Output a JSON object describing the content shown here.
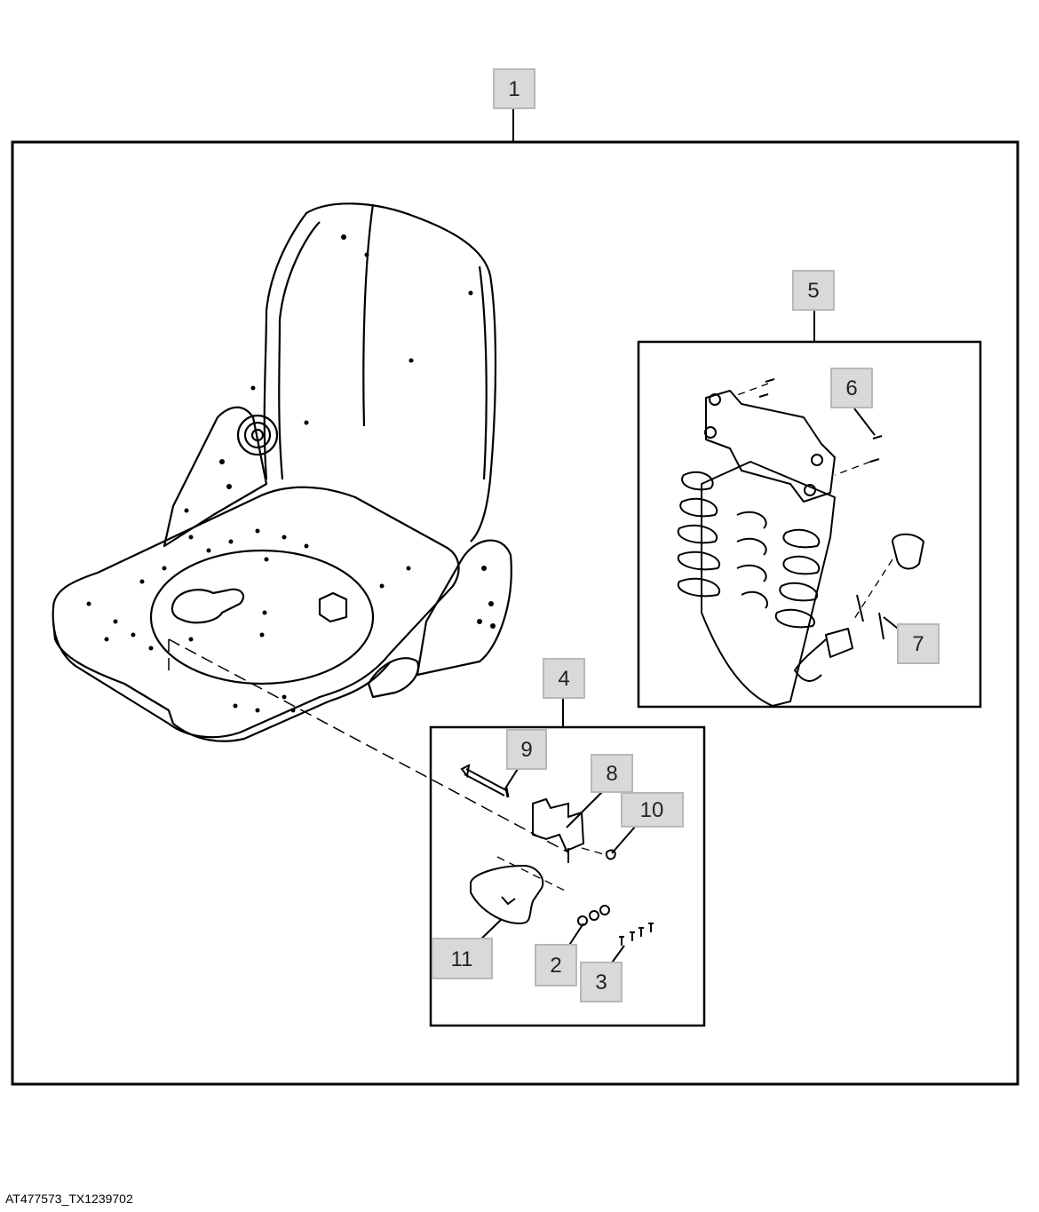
{
  "colors": {
    "line": "#000000",
    "callout_fill": "#d9d9d9",
    "callout_border": "#b8b8b8",
    "callout_text": "#222222"
  },
  "callouts": {
    "c1": "1",
    "c2": "2",
    "c3": "3",
    "c4": "4",
    "c5": "5",
    "c6": "6",
    "c7": "7",
    "c8": "8",
    "c9": "9",
    "c10": "10",
    "c11": "11"
  },
  "caption": "AT477573_TX1239702"
}
